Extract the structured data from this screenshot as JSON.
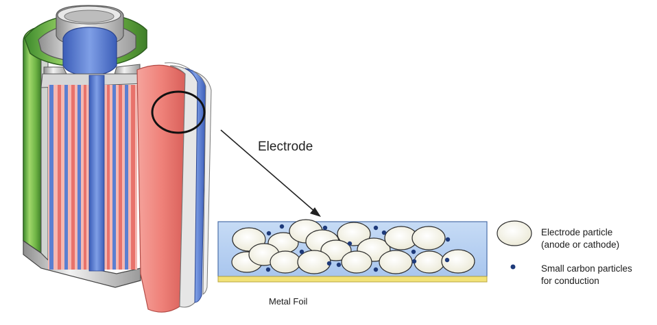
{
  "labels": {
    "electrode": "Electrode",
    "metal_foil": "Metal Foil",
    "electrode_particle": "Electrode particle (anode or cathode)",
    "carbon_particles": "Small carbon particles for conduction"
  },
  "colors": {
    "outer_shell": "#7fbf4a",
    "cathode_layer": "#e8726b",
    "anode_layer": "#5b7fd1",
    "separator": "#d8d8d8",
    "electrode_fill": "#b9d2f2",
    "electrode_particle": "#f5f3e6",
    "carbon_particle": "#1e3a7a",
    "metal_foil": "#f2e278"
  },
  "icons": {
    "battery": "cylindrical-battery-cutaway-icon",
    "magnifier": "zoom-circle-icon",
    "pointer": "arrow-pointer-icon"
  }
}
